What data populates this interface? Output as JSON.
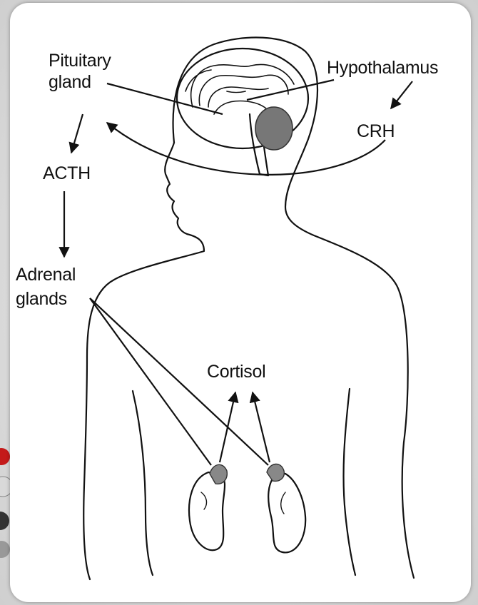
{
  "labels": {
    "pituitary_line1": "Pituitary",
    "pituitary_line2": "gland",
    "hypothalamus": "Hypothalamus",
    "crh": "CRH",
    "acth": "ACTH",
    "adrenal_line1": "Adrenal",
    "adrenal_line2": "glands",
    "cortisol": "Cortisol"
  },
  "colors": {
    "background": "#d7d7d7",
    "card": "#ffffff",
    "ink": "#111111"
  }
}
